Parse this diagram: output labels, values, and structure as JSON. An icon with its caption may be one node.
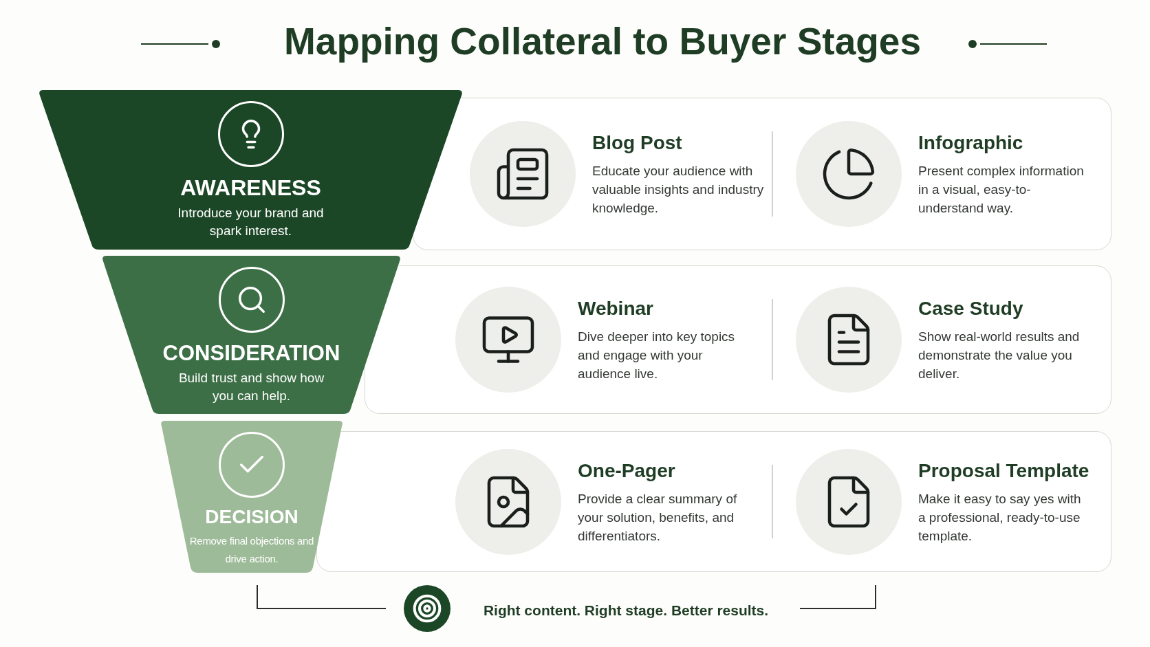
{
  "diagram": {
    "title": "Mapping Collateral to Buyer Stages",
    "nodes": [
      {
        "text": [
          "AWARENESS",
          "Introduce your brand and spark interest."
        ]
      },
      {
        "text": [
          "CONSIDERATION",
          "Build trust and show how you can help."
        ]
      },
      {
        "text": [
          "DECISION",
          "Remove final objections and drive action."
        ]
      },
      {
        "text": [],
        "shape": "box"
      },
      {
        "text": [
          "Blog Post",
          "Educate your audience with valuable insights and industry knowledge."
        ],
        "in": 3
      },
      {
        "text": [
          "Infographic",
          "Present complex information in a visual, easy-to-understand way."
        ],
        "in": 3
      },
      {
        "text": [],
        "shape": "box"
      },
      {
        "text": [
          "Webinar",
          "Dive deeper into key topics and engage with your audience live."
        ],
        "in": 6
      },
      {
        "text": [
          "Case Study",
          "Show real-world results and demonstrate the value you deliver."
        ],
        "in": 6
      },
      {
        "text": [],
        "shape": "box"
      },
      {
        "text": [
          "One-Pager",
          "Provide a clear summary of your solution, benefits, and differentiators."
        ],
        "in": 9
      },
      {
        "text": [
          "Proposal Template",
          "Make it easy to say yes with a professional, ready-to-use template."
        ],
        "in": 9
      }
    ],
    "labels": [
      "Right content. Right stage. Better results."
    ]
  }
}
